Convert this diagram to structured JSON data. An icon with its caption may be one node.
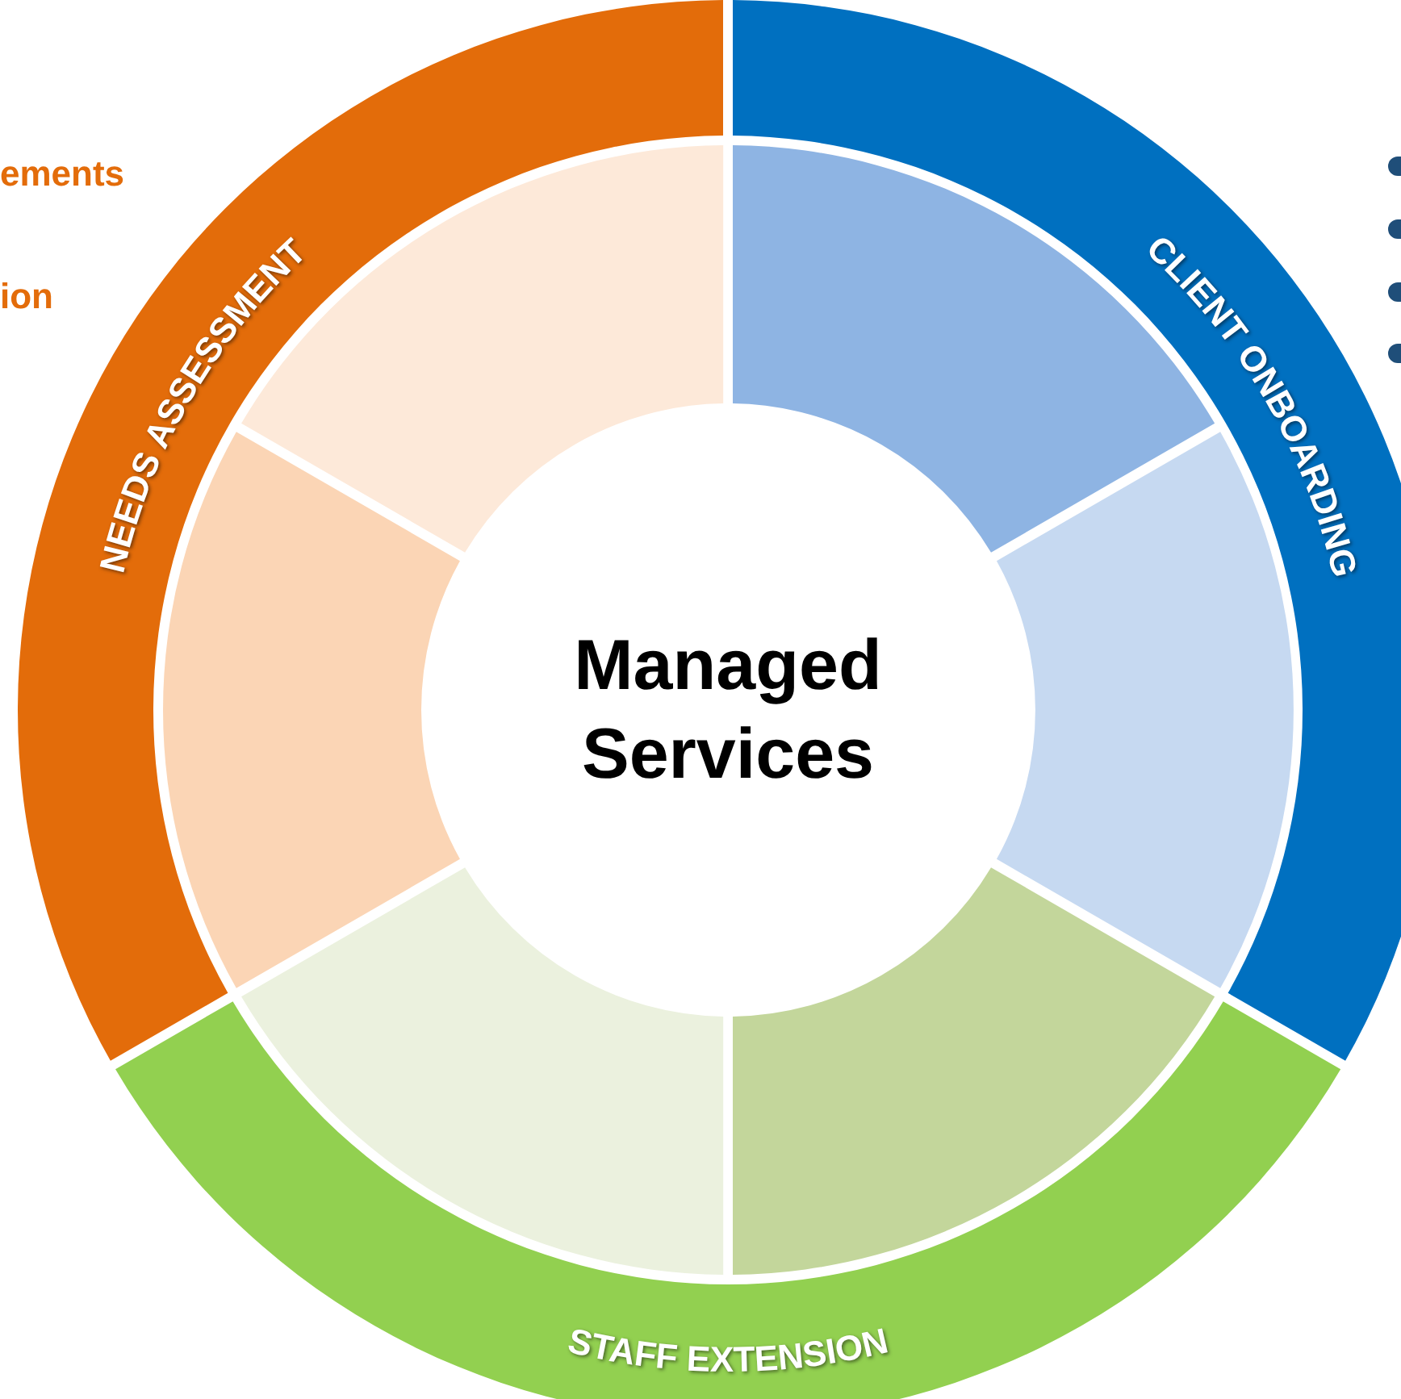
{
  "diagram": {
    "nodes": [
      {
        "text": [
          "Managed Services"
        ]
      },
      {
        "text": [
          "NEEDS ASSESSMENT"
        ]
      },
      {
        "text": [
          "CLIENT ONBOARDING"
        ]
      },
      {
        "text": [
          "STAFF EXTENSION"
        ]
      },
      {
        "text": [],
        "shape": "segment"
      },
      {
        "text": [],
        "shape": "segment"
      },
      {
        "text": [],
        "shape": "segment"
      },
      {
        "text": [],
        "shape": "segment"
      },
      {
        "text": [],
        "shape": "segment"
      },
      {
        "text": [],
        "shape": "segment"
      }
    ],
    "labels": [
      "ements",
      "ion"
    ]
  }
}
